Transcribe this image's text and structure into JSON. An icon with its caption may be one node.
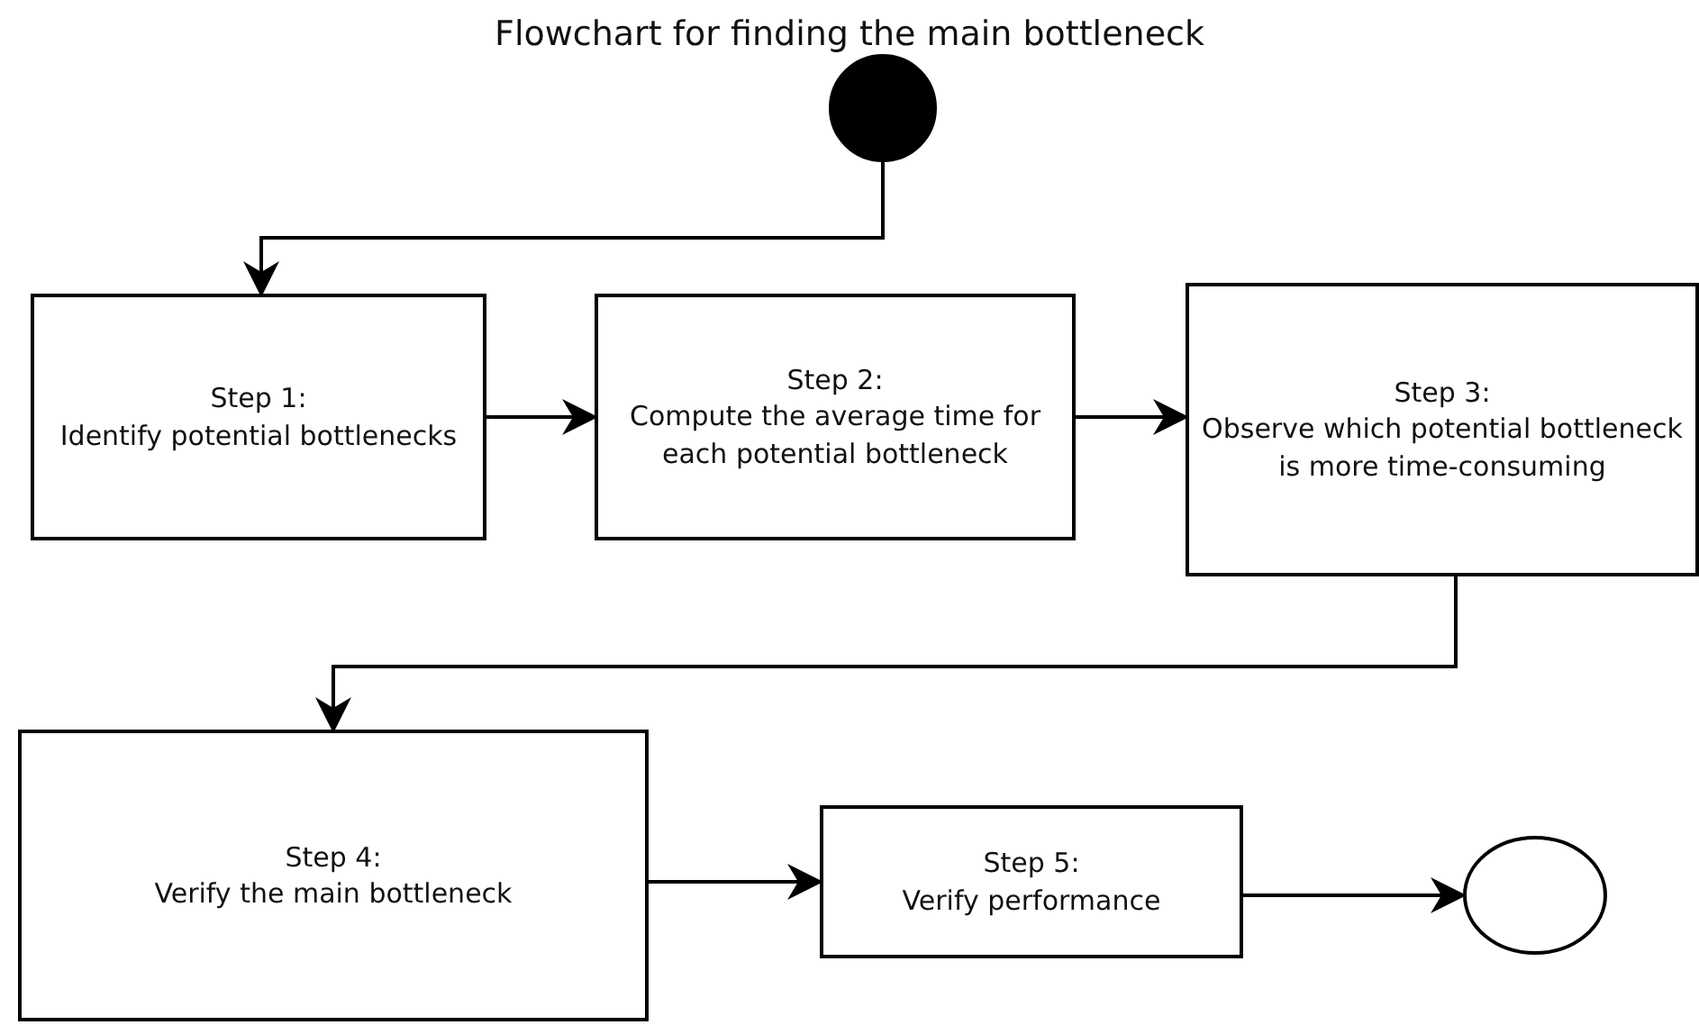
{
  "diagram": {
    "title": "Flowchart for finding the main bottleneck",
    "nodes": [
      {
        "text": [],
        "shape": "circle"
      },
      {
        "text": [
          "Step 1:",
          "Identify potential bottlenecks"
        ]
      },
      {
        "text": [
          "Step 2:",
          "Compute the average time for each potential bottleneck"
        ]
      },
      {
        "text": [
          "Step 3:",
          "Observe which potential bottleneck is more time-consuming"
        ]
      },
      {
        "text": [
          "Step 4:",
          "Verify the main bottleneck"
        ]
      },
      {
        "text": [
          "Step 5:",
          "Verify performance"
        ]
      },
      {
        "text": [],
        "shape": "circle"
      }
    ],
    "edges": [
      {
        "from": 0,
        "to": 1,
        "arrow": "to"
      },
      {
        "from": 1,
        "to": 2,
        "arrow": "to"
      },
      {
        "from": 2,
        "to": 3,
        "arrow": "to"
      },
      {
        "from": 3,
        "to": 4,
        "arrow": "to"
      },
      {
        "from": 4,
        "to": 5,
        "arrow": "to"
      },
      {
        "from": 5,
        "to": 6,
        "arrow": "to"
      }
    ]
  }
}
